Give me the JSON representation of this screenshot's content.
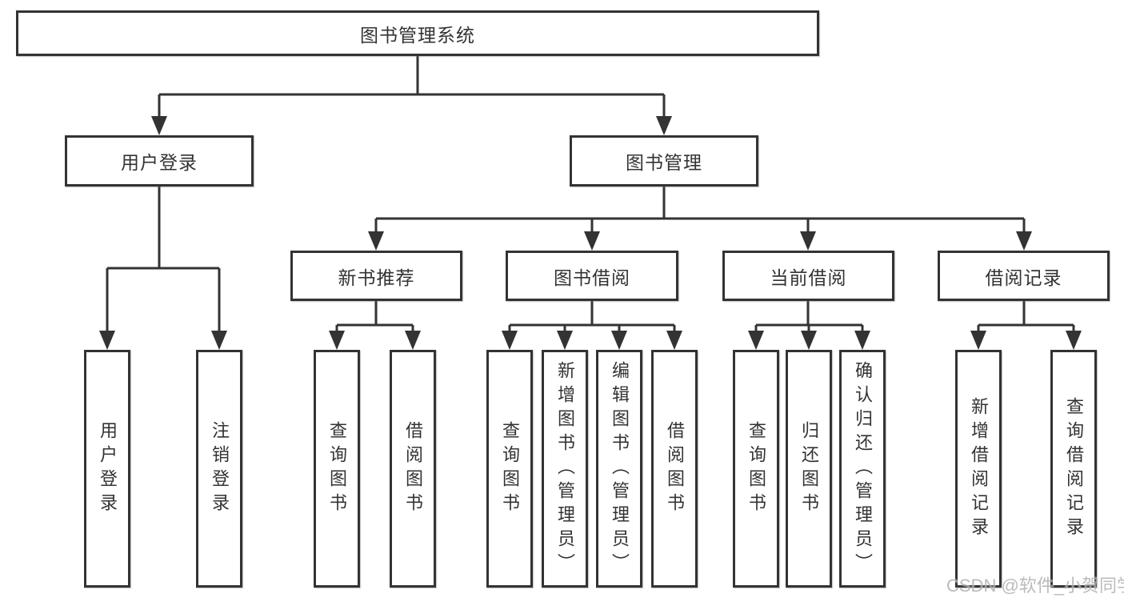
{
  "tree": {
    "root": {
      "label": "图书管理系统"
    },
    "children": [
      {
        "label": "用户登录",
        "children": [
          {
            "label": "用户登录"
          },
          {
            "label": "注销登录"
          }
        ]
      },
      {
        "label": "图书管理",
        "children": [
          {
            "label": "新书推荐",
            "children": [
              {
                "label": "查询图书"
              },
              {
                "label": "借阅图书"
              }
            ]
          },
          {
            "label": "图书借阅",
            "children": [
              {
                "label": "查询图书"
              },
              {
                "label": "新增图书（管理员）"
              },
              {
                "label": "编辑图书（管理员）"
              },
              {
                "label": "借阅图书"
              }
            ]
          },
          {
            "label": "当前借阅",
            "children": [
              {
                "label": "查询图书"
              },
              {
                "label": "归还图书"
              },
              {
                "label": "确认归还（管理员）"
              }
            ]
          },
          {
            "label": "借阅记录",
            "children": [
              {
                "label": "新增借阅记录"
              },
              {
                "label": "查询借阅记录"
              }
            ]
          }
        ]
      }
    ]
  },
  "watermark": {
    "text": "CSDN @软件_小贺同学"
  },
  "colors": {
    "line": "#333333",
    "box_border": "#333333",
    "box_fill": "#ffffff",
    "text": "#333333",
    "watermark": "#b0b0b0"
  }
}
